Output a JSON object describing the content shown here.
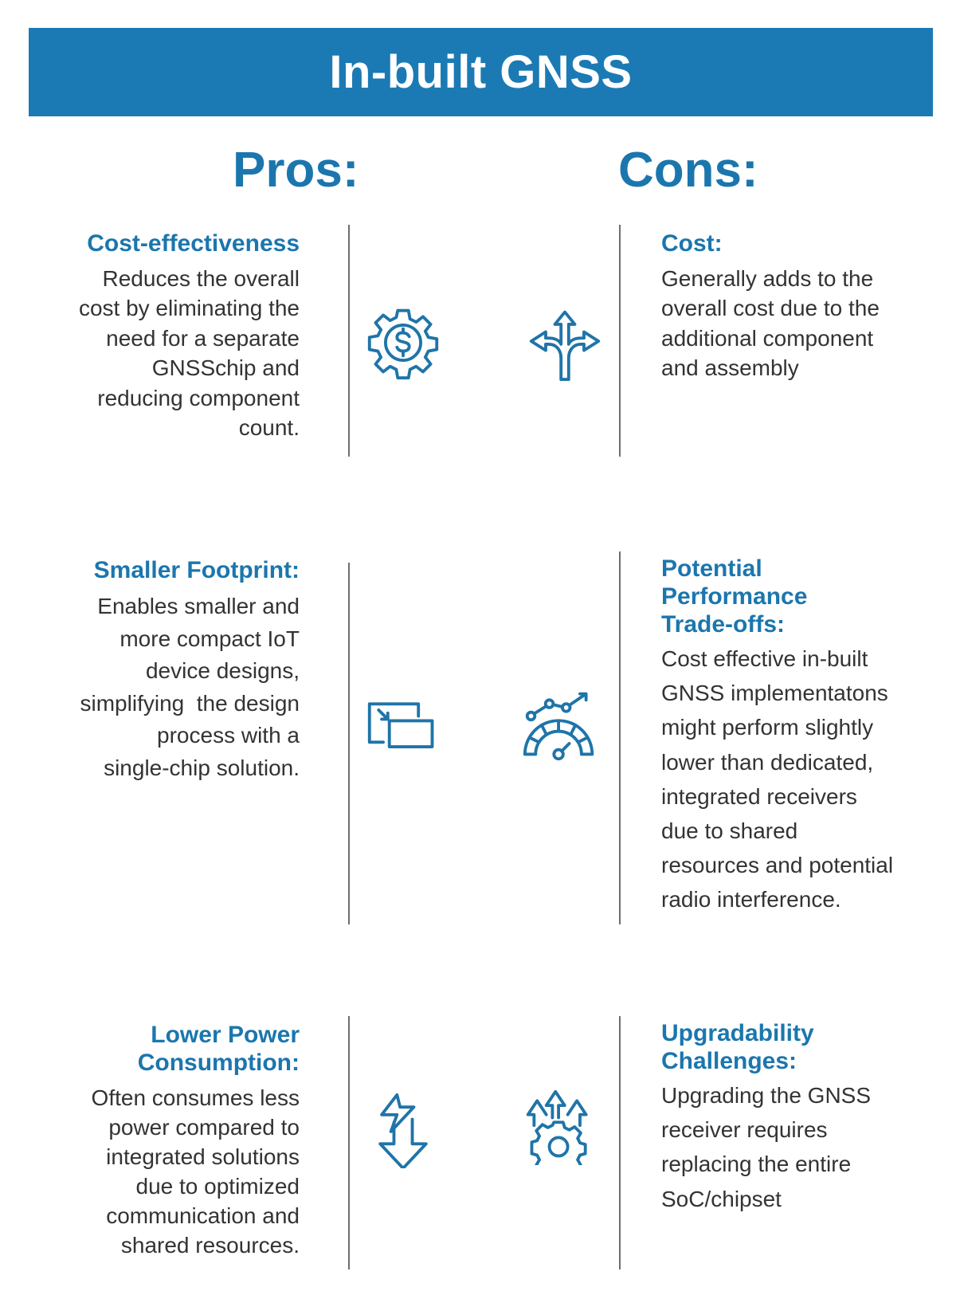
{
  "title": "In-built GNSS",
  "pros_label": "Pros:",
  "cons_label": "Cons:",
  "pros": [
    {
      "heading": [
        "Cost-effectiveness"
      ],
      "body": [
        "Reduces the overall",
        "cost by eliminating the",
        "need for a separate",
        "GNSSchip and",
        "reducing component",
        "count."
      ],
      "icon": "gear-dollar-icon"
    },
    {
      "heading": [
        "Smaller Footprint:"
      ],
      "body": [
        "Enables smaller and",
        "more compact IoT",
        "device designs,",
        "simplifying  the design",
        "process with a",
        "single-chip solution."
      ],
      "icon": "shrink-windows-icon"
    },
    {
      "heading": [
        "Lower Power",
        "Consumption:"
      ],
      "body": [
        "Often consumes less",
        "power compared to",
        "integrated solutions",
        "due to optimized",
        "communication and",
        "shared resources."
      ],
      "icon": "lightning-down-arrow-icon"
    }
  ],
  "cons": [
    {
      "heading": [
        "Cost:"
      ],
      "body": [
        "Generally adds to the",
        "overall cost due to the",
        "additional component",
        "and assembly"
      ],
      "icon": "split-arrows-icon"
    },
    {
      "heading": [
        "Potential",
        "Performance",
        "Trade-offs:"
      ],
      "body": [
        "Cost effective in-built",
        "GNSS implementatons",
        "might perform slightly",
        "lower than dedicated,",
        "integrated receivers",
        "due to shared",
        "resources and potential",
        "radio interference."
      ],
      "icon": "gauge-trend-icon"
    },
    {
      "heading": [
        "Upgradability",
        "Challenges:"
      ],
      "body": [
        "Upgrading the GNSS",
        "receiver requires",
        "replacing the entire",
        "SoC/chipset"
      ],
      "icon": "gear-up-arrows-icon"
    }
  ]
}
